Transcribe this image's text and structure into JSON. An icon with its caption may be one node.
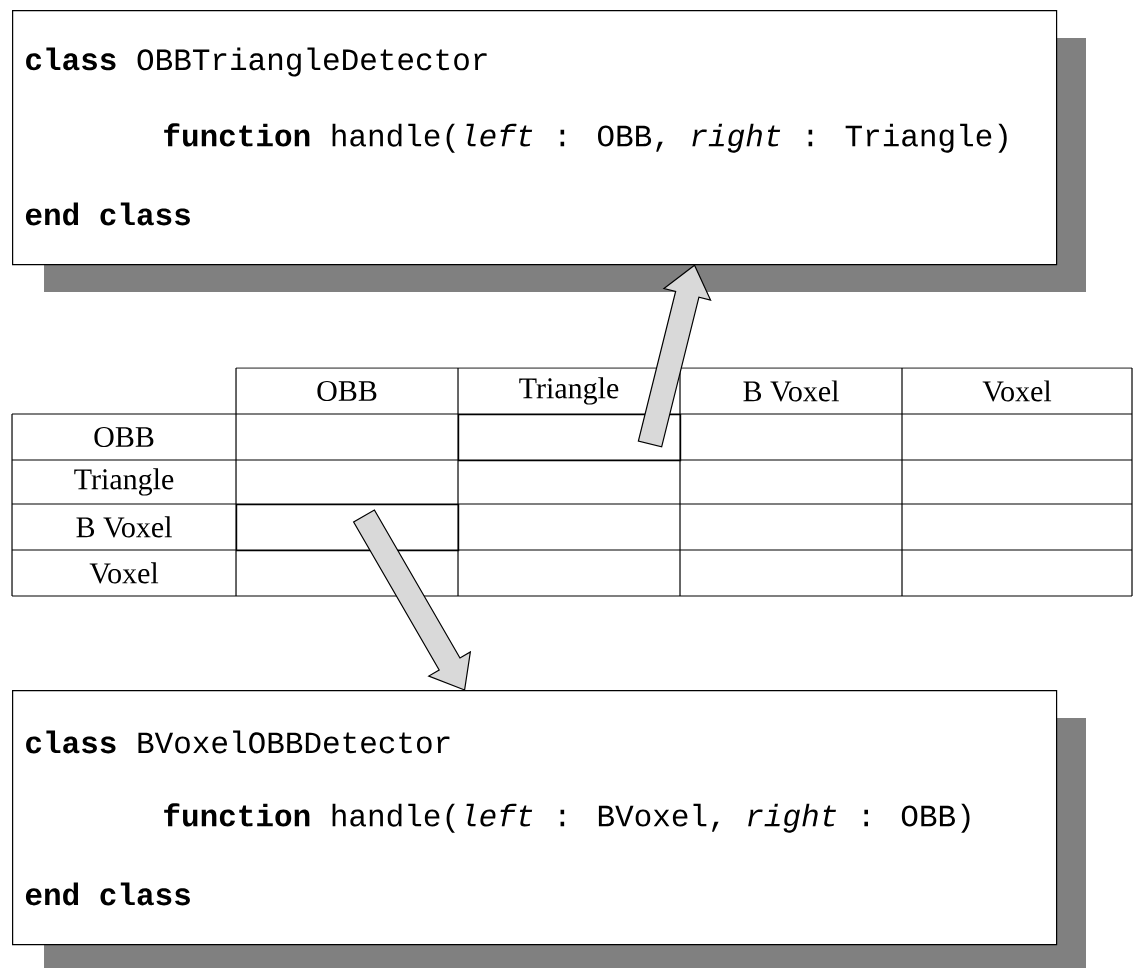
{
  "diagram": {
    "nodes": [
      {
        "text": [
          "**class** OBBTriangleDetector",
          "**function** handle(*left* : OBB, *right* : Triangle)",
          "end class"
        ]
      },
      {
        "text": [],
        "shape": "box"
      },
      {
        "text": [],
        "shape": "box"
      },
      {
        "text": [
          "**class** BVoxelOBBDetector",
          "**function** handle(*left* : BVoxel, *right* : OBB)",
          "end class"
        ]
      }
    ],
    "edges": [
      {
        "from": 1,
        "to": 0,
        "arrow": "to"
      },
      {
        "from": 2,
        "to": 3,
        "arrow": "to"
      }
    ],
    "labels": [
      "OBB",
      "Triangle",
      "B Voxel",
      "Voxel",
      "OBB",
      "Triangle",
      "B Voxel",
      "Voxel"
    ]
  }
}
